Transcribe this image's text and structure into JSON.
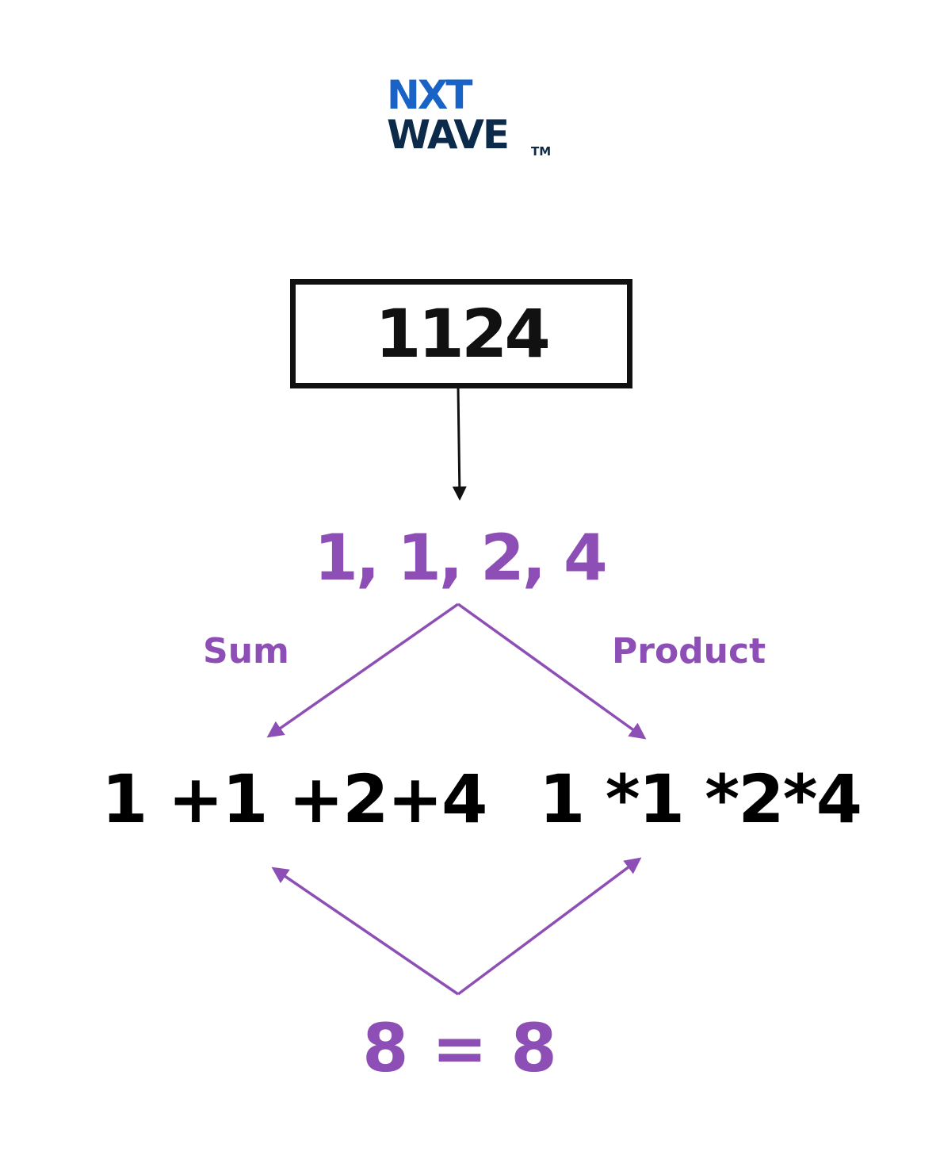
{
  "logo": {
    "line1": "NXT",
    "line2": "WAVE",
    "tm": "TM"
  },
  "number": "1124",
  "digits": "1, 1, 2, 4",
  "branches": {
    "sum_label": "Sum",
    "product_label": "Product",
    "sum_expression": "1 +1 +2+4",
    "product_expression": "1 *1 *2*4"
  },
  "result": "8 = 8",
  "colors": {
    "accent": "#8d4fb5",
    "text": "#000000",
    "logo_blue": "#1a63c6",
    "logo_navy": "#0c2b4b"
  }
}
